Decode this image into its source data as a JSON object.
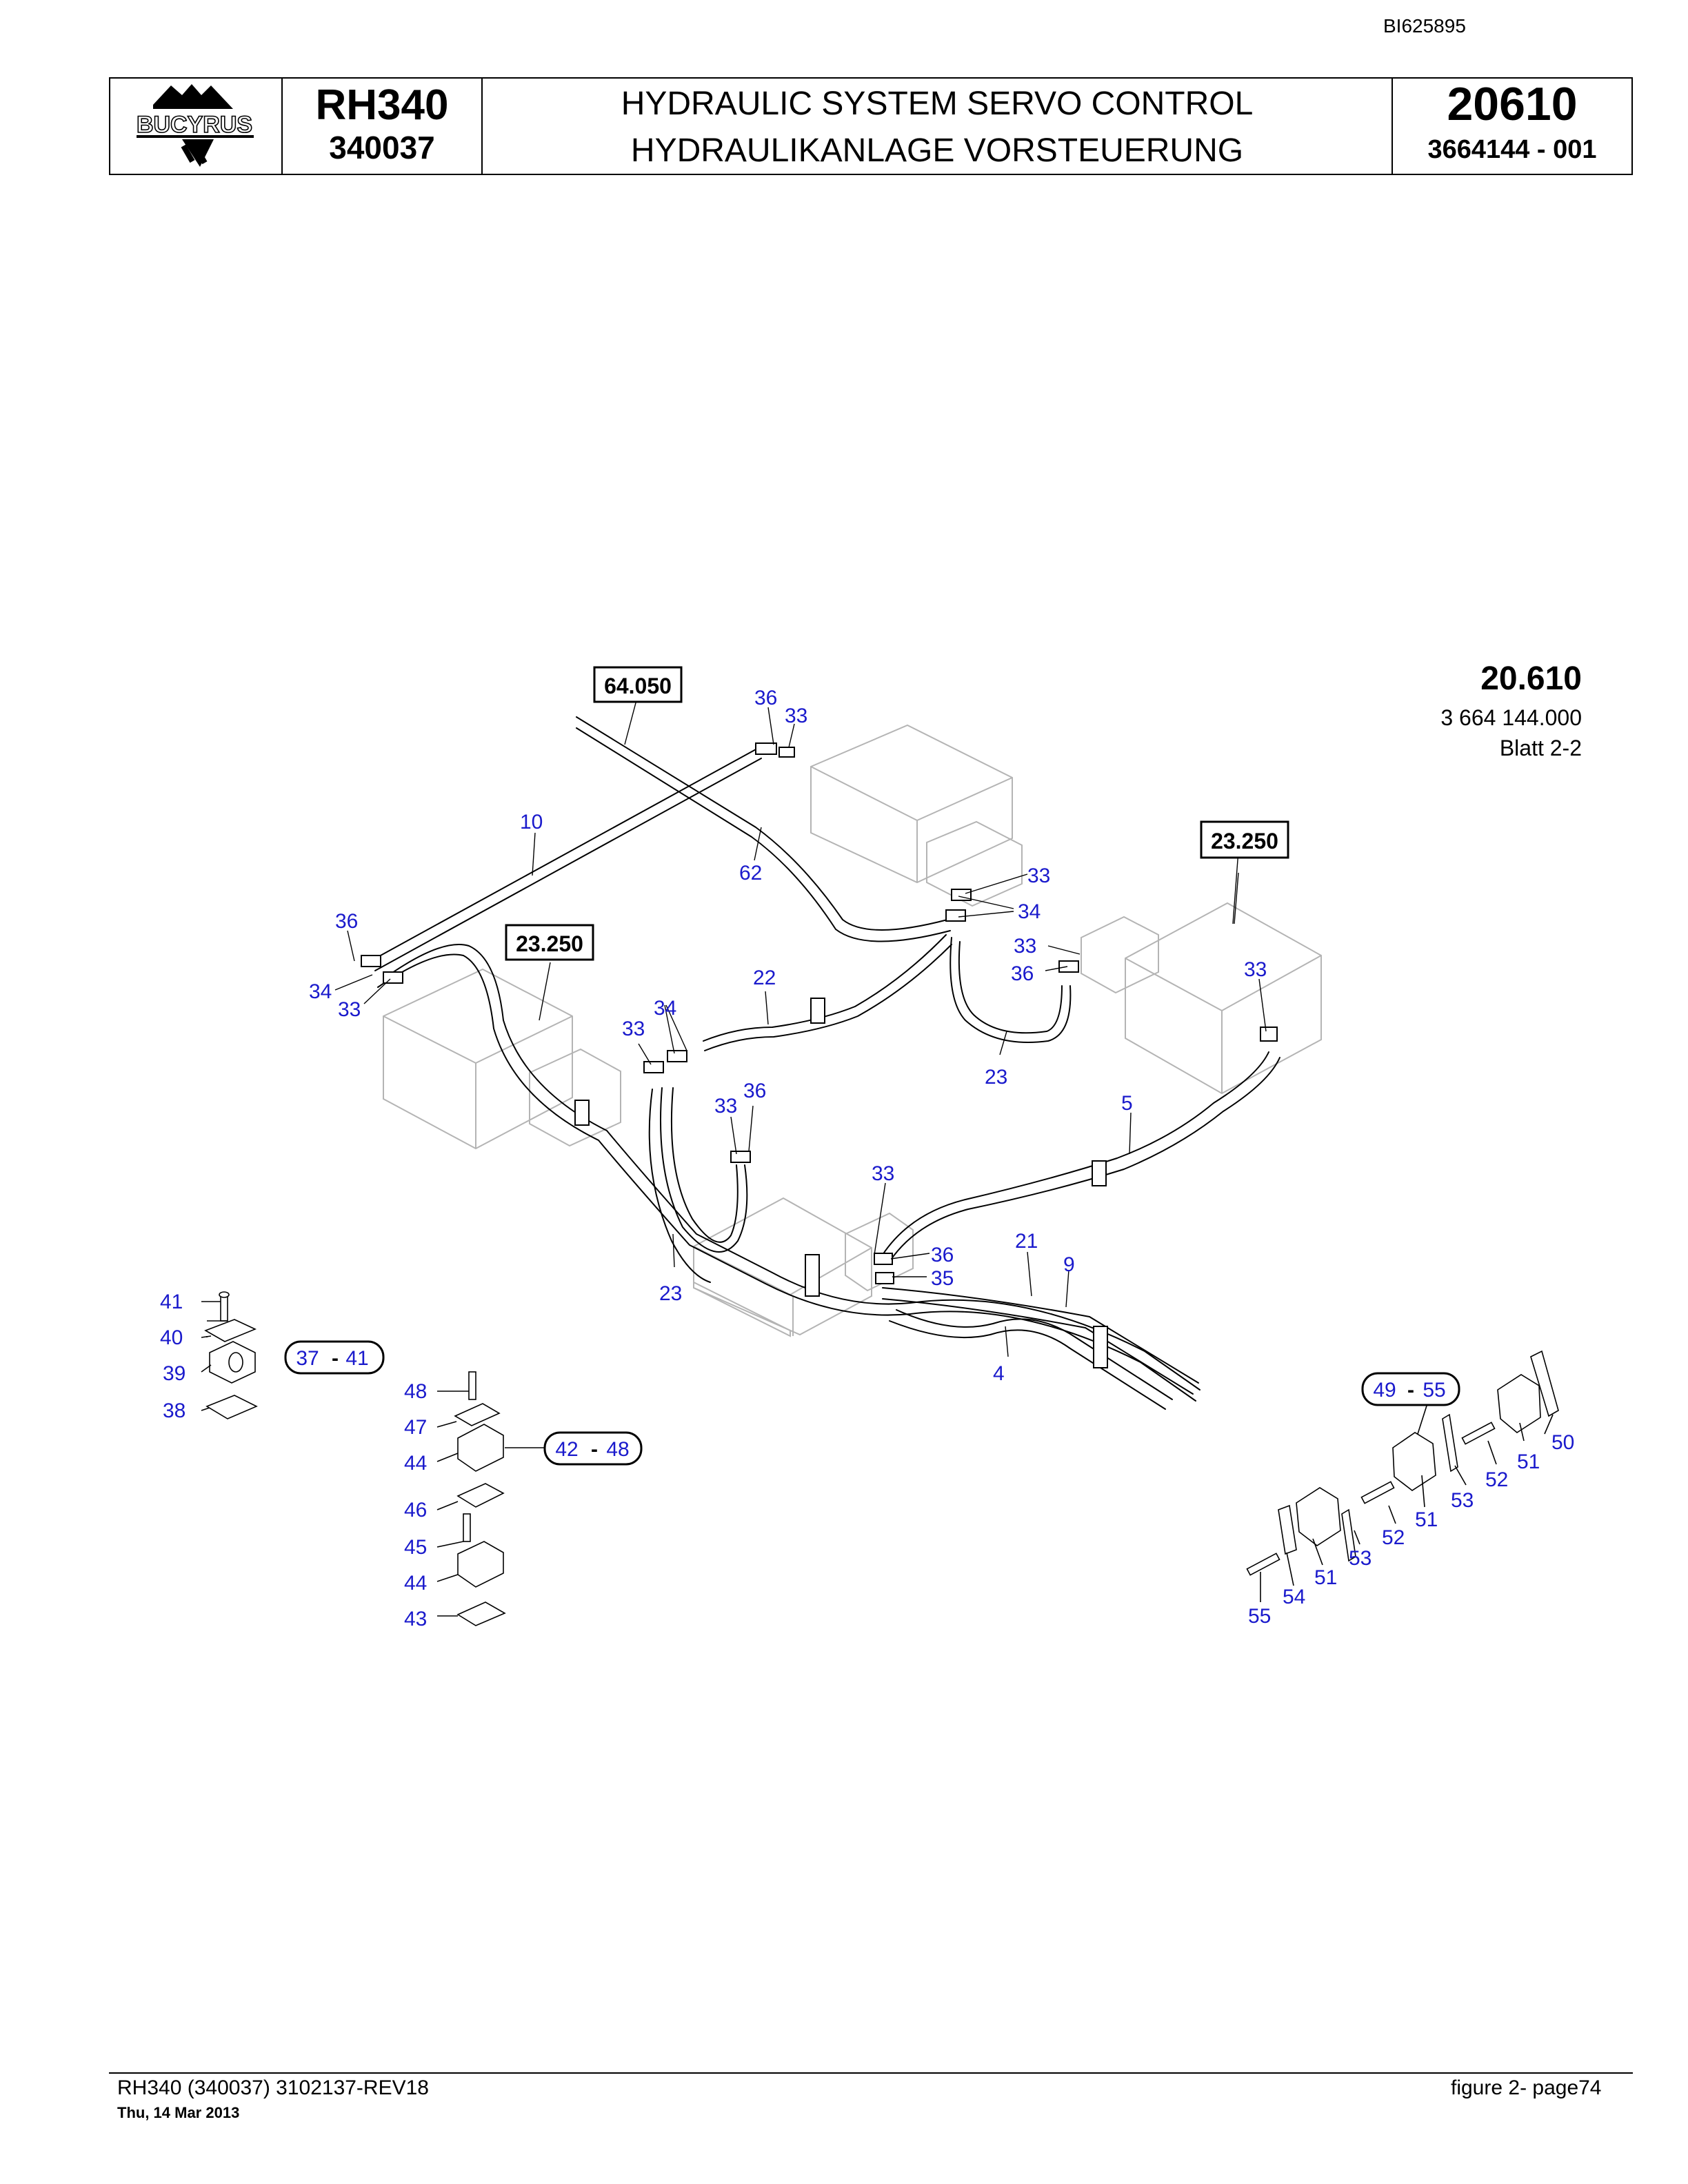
{
  "doc_id": "BI625895",
  "header": {
    "logo_text": "BUCYRUS",
    "model": "RH340",
    "serial": "340037",
    "title_en": "HYDRAULIC SYSTEM SERVO CONTROL",
    "title_de": "HYDRAULIKANLAGE VORSTEUERUNG",
    "group_number": "20610",
    "part_number": "3664144  - 001"
  },
  "drawing": {
    "figure_number": "20.610",
    "drawing_number": "3 664 144.000",
    "sheet": "Blatt 2-2",
    "boxed_refs": [
      "64.050",
      "23.250",
      "23.250"
    ],
    "callouts": [
      "36",
      "33",
      "10",
      "62",
      "33",
      "34",
      "36",
      "34",
      "33",
      "23.250",
      "22",
      "34",
      "33",
      "33",
      "36",
      "23",
      "33",
      "36",
      "33",
      "5",
      "33",
      "36",
      "35",
      "21",
      "9",
      "23",
      "4",
      "41",
      "40",
      "39",
      "38",
      "48",
      "47",
      "44",
      "46",
      "45",
      "44",
      "43",
      "50",
      "51",
      "53",
      "52",
      "51",
      "53",
      "52",
      "51",
      "54",
      "55"
    ],
    "ranges": [
      {
        "from": "37",
        "sep": "-",
        "to": "41"
      },
      {
        "from": "42",
        "sep": "-",
        "to": "48"
      },
      {
        "from": "49",
        "sep": "-",
        "to": "55"
      }
    ]
  },
  "footer": {
    "left": "RH340 (340037) 3102137-REV18",
    "date": "Thu, 14 Mar 2013",
    "right": "figure  2- page74"
  },
  "colors": {
    "callout": "#1a1acc",
    "line": "#000000",
    "ghost": "#b4b4b4"
  }
}
